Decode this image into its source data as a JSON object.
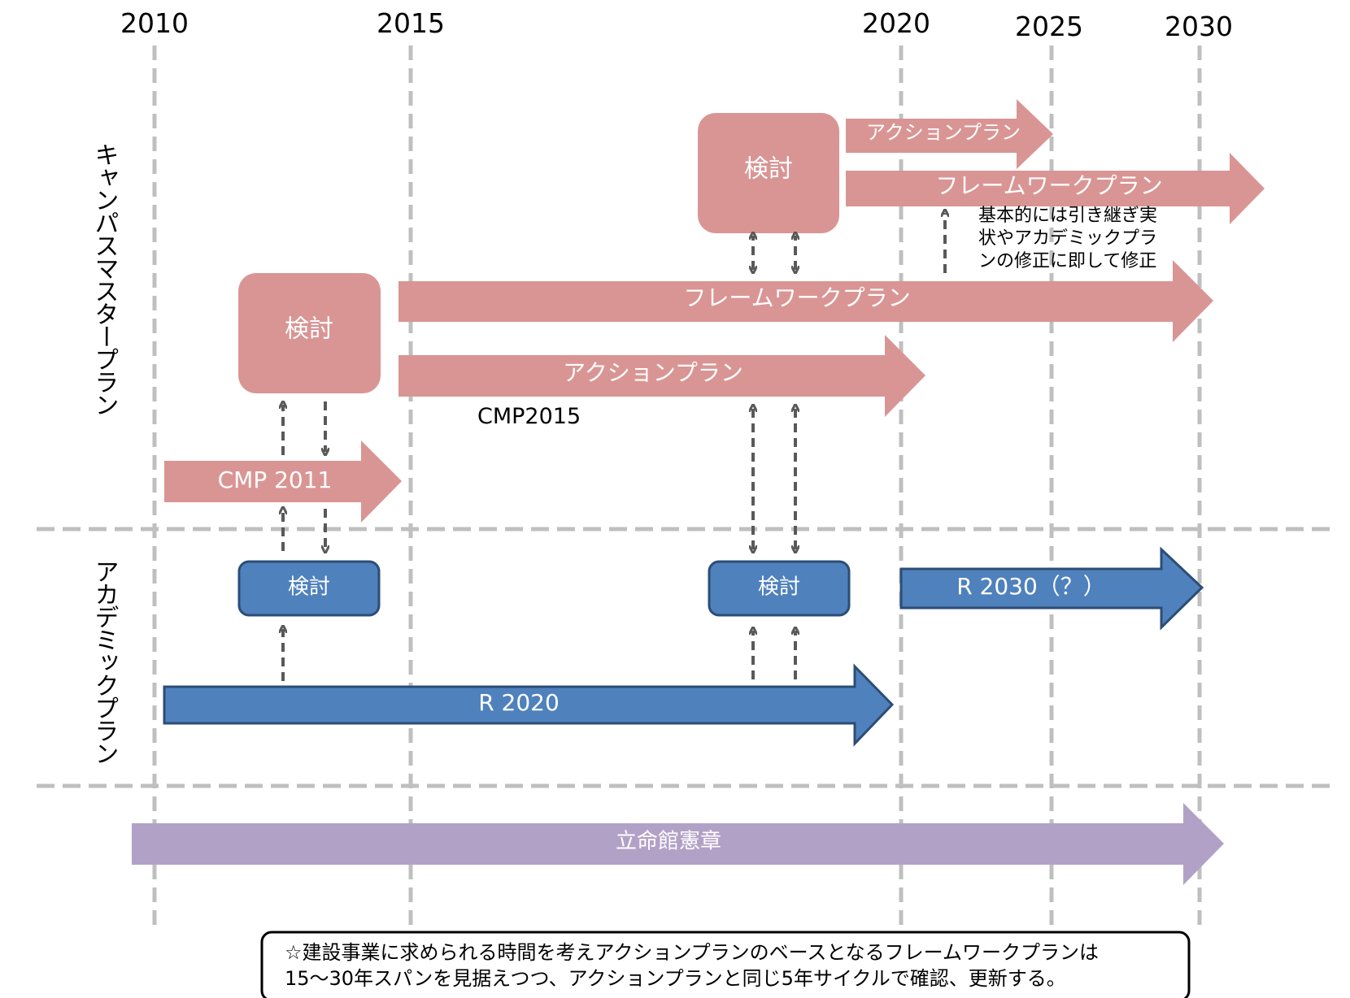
{
  "years": [
    "2010",
    "2015",
    "2020",
    "2025",
    "2030"
  ],
  "section_labels": {
    "campus": "キャンパスマスタープラン",
    "academic": "アカデミックプラン"
  },
  "pink_boxes": {
    "kentou_early": "検討",
    "kentou_late": "検討"
  },
  "pink_arrows": {
    "action_plan_late": "アクションプラン",
    "framework_plan_late": "フレームワークプラン",
    "framework_plan_mid": "フレームワークプラン",
    "action_plan_mid": "アクションプラン",
    "cmp2011": "CMP 2011"
  },
  "cmp2015_label": "CMP2015",
  "note_lines": [
    "基本的には引き継ぎ実",
    "状やアカデミックプラ",
    "ンの修正に即して修正"
  ],
  "blue_boxes": {
    "kentou_early": "検討",
    "kentou_late": "検討"
  },
  "blue_arrows": {
    "r2030": "R 2030（？）",
    "r2020": "R 2020"
  },
  "charter_arrow": "立命館憲章",
  "footer_lines": [
    "☆建設事業に求められる時間を考えアクションプランのベースとなるフレームワークプランは",
    "15～30年スパンを見据えつつ、アクションプランと同じ5年サイクルで確認、更新する。"
  ],
  "colors": {
    "pink": "#d99594",
    "blue": "#4f81bd",
    "blue_border": "#2c4d75",
    "purple": "#b2a1c7",
    "grid": "#bfbfbf",
    "dash_arrow": "#595959"
  }
}
